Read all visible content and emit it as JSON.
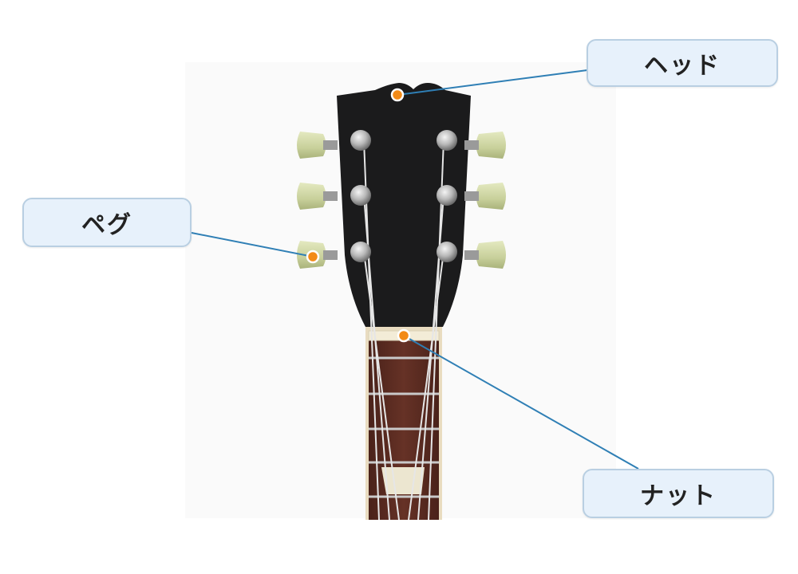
{
  "labels": {
    "head": "ヘッド",
    "peg": "ペグ",
    "nut": "ナット"
  },
  "colors": {
    "leader_line": "#2f7fb5",
    "marker_dot": "#f28a17",
    "headstock": "#1b1b1c",
    "fretboard": "#5a2b22",
    "tuner_button": "#cfd6a4",
    "label_fill": "#e7f1fb"
  }
}
